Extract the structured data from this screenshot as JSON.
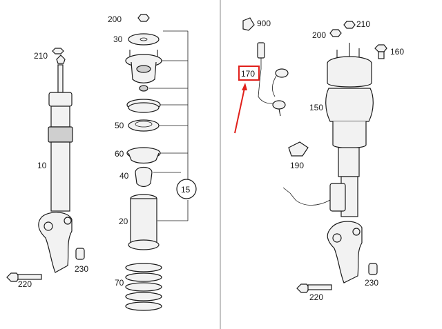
{
  "parts_left": {
    "strut_top_nut": "210",
    "strut": "10",
    "mount_nut": "200",
    "top_plate": "30",
    "bearing": "40",
    "seat_a": "50",
    "seat_b": "60",
    "boot": "20",
    "spring": "70",
    "assembly_group": "15",
    "bolt": "220",
    "nut": "230"
  },
  "parts_right": {
    "connector": "900",
    "sensor_cable": "170",
    "top_nut": "210",
    "mount_nut": "200",
    "valve": "160",
    "air_strut": "150",
    "clip": "190",
    "bolt": "220",
    "nut": "230"
  },
  "colors": {
    "highlight": "#e0201b",
    "ink": "#1a1a1a"
  }
}
